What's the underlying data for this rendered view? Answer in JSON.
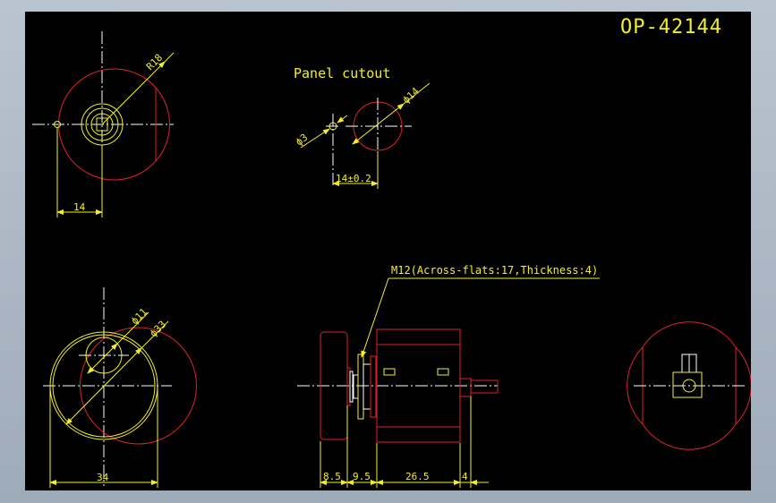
{
  "drawing": {
    "part_number": "OP-42144",
    "panel_cutout_label": "Panel cutout",
    "thread_note": "M12(Across-flats:17,Thickness:4)"
  },
  "dimensions": {
    "radius_knob": "R18",
    "offset_pin": "14",
    "cutout_hole": "ϕ14",
    "cutout_pin_hole": "ϕ3",
    "cutout_spacing": "14±0.2",
    "inner_diameter": "ϕ11",
    "outer_diameter": "ϕ33",
    "body_width": "34",
    "len_knob": "8.5",
    "len_bushing": "9.5",
    "len_body": "26.5",
    "len_shaft": "4"
  },
  "colors": {
    "outline": "#e0222a",
    "dimension": "#f2ef2a",
    "centerline": "#ffffff",
    "background": "#000000"
  }
}
